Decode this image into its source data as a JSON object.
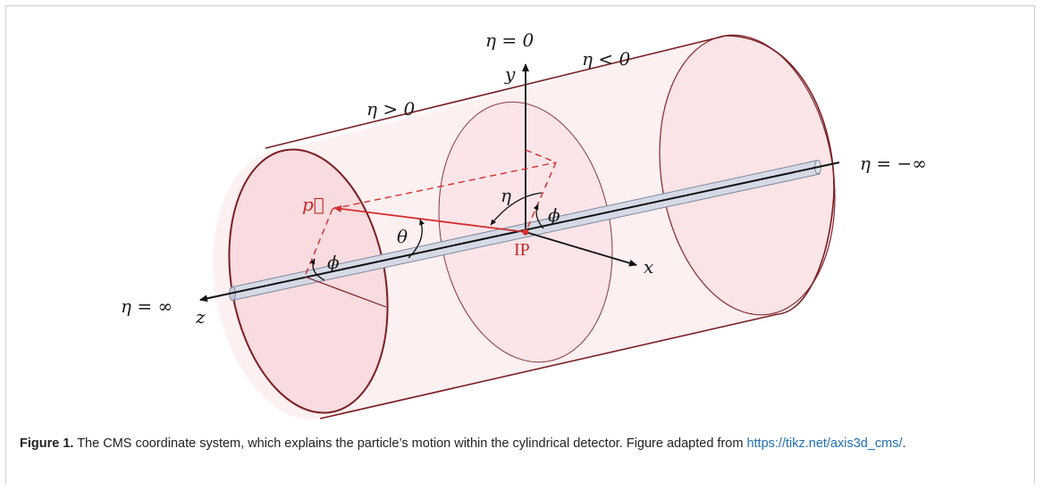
{
  "figure": {
    "labels": {
      "eta_zero": "η = 0",
      "eta_neg": "η < 0",
      "eta_pos": "η > 0",
      "eta_minus_inf": "η = −∞",
      "eta_plus_inf": "η = ∞",
      "y_axis": "y",
      "x_axis": "x",
      "z_axis": "z",
      "p_vector": "p⃗",
      "eta_angle": "η",
      "theta": "θ",
      "phi_left": "ϕ",
      "phi_right": "ϕ",
      "ip": "IP"
    },
    "colors": {
      "cylinder_edge": "#7b1f24",
      "cylinder_fill": "#fbe9ea",
      "momentum": "#d32f2f",
      "beam_pipe": "#c9cfdc",
      "axis": "#111111"
    }
  },
  "caption": {
    "label": "Figure 1.",
    "text": " The CMS coordinate system, which explains the particle’s motion within the cylindrical detector. Figure adapted from ",
    "link": "https://tikz.net/axis3d_cms/",
    "end": "."
  }
}
